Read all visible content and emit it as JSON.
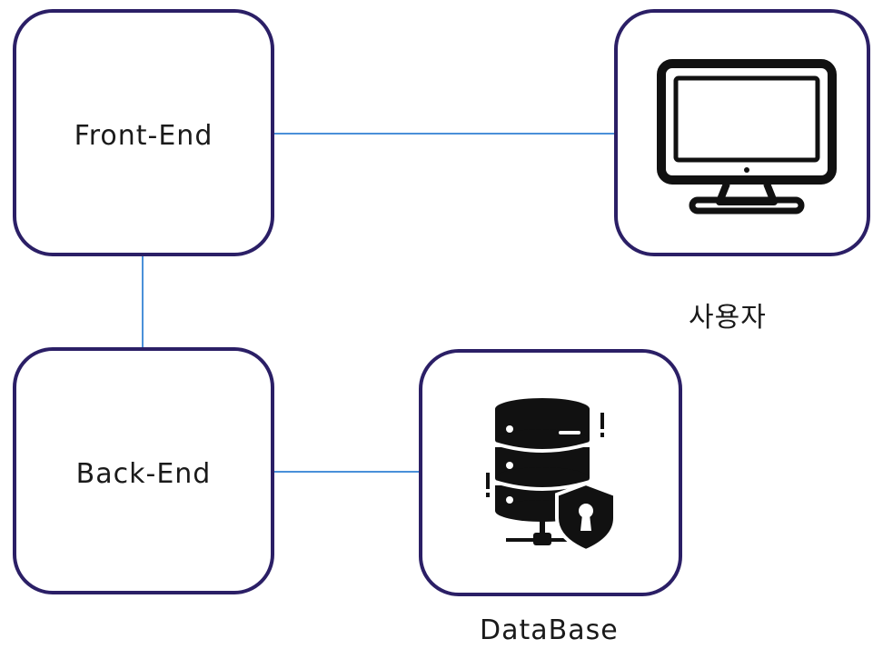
{
  "nodes": {
    "frontend": {
      "label": "Front-End"
    },
    "backend": {
      "label": "Back-End"
    },
    "user": {
      "caption": "사용자",
      "icon": "monitor-icon"
    },
    "database": {
      "caption": "DataBase",
      "icon": "database-server-lock-icon"
    }
  },
  "colors": {
    "box_border": "#2b1f66",
    "connector": "#4a90d9",
    "icon": "#111111"
  }
}
